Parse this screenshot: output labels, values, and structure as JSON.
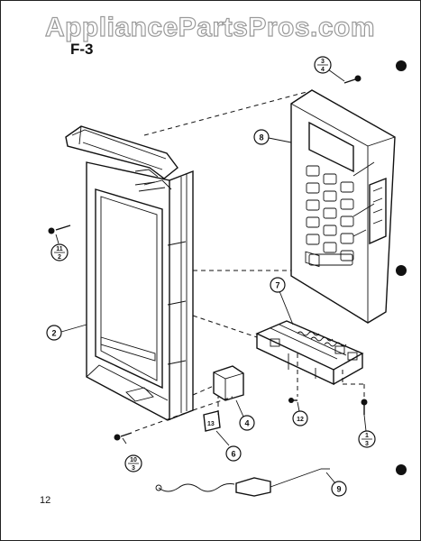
{
  "watermark": "AppliancePartsPros.com",
  "section_label": "F-3",
  "page_number": "12",
  "callouts": {
    "c1": {
      "top": "3",
      "bottom": "4"
    },
    "c2": "2",
    "c3": "8",
    "c4": {
      "top": "11",
      "bottom": "2"
    },
    "c5": "7",
    "c6": "4",
    "c7": "12",
    "c8": {
      "top": "1",
      "bottom": "3"
    },
    "c9": {
      "top": "10",
      "bottom": "3"
    },
    "c10": "6",
    "c11": "9",
    "label_plate": "13"
  }
}
